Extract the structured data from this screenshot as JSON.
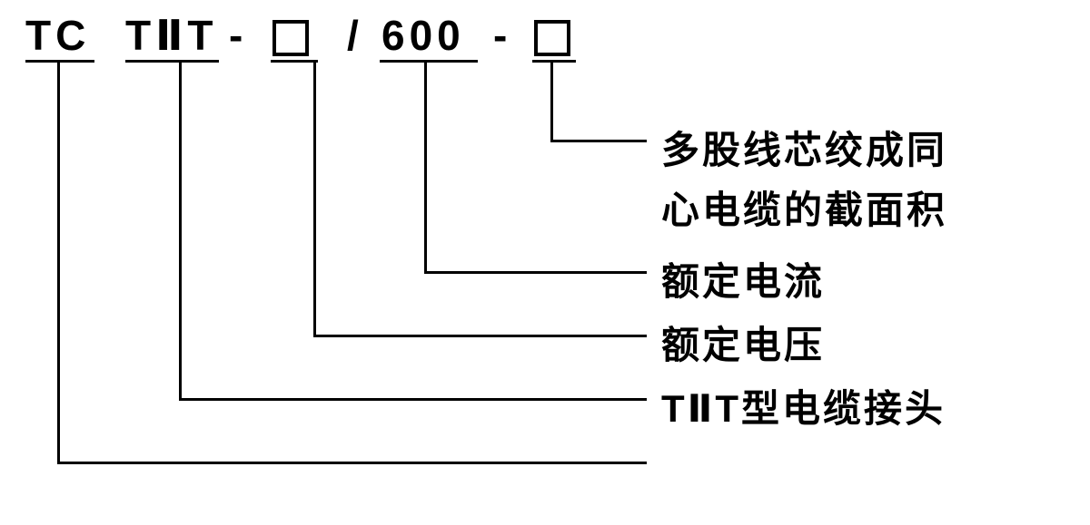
{
  "code": {
    "prefix": "TC",
    "model": "TⅡT",
    "dash1": "-",
    "slash": "/",
    "current": "600",
    "dash2": "-"
  },
  "labels": {
    "section_area_line1": "多股线芯绞成同",
    "section_area_line2": "心电缆的截面积",
    "rated_current": "额定电流",
    "rated_voltage": "额定电压",
    "connector_type": "TⅡT型电缆接头"
  },
  "colors": {
    "ink": "#000000",
    "background": "#ffffff"
  }
}
